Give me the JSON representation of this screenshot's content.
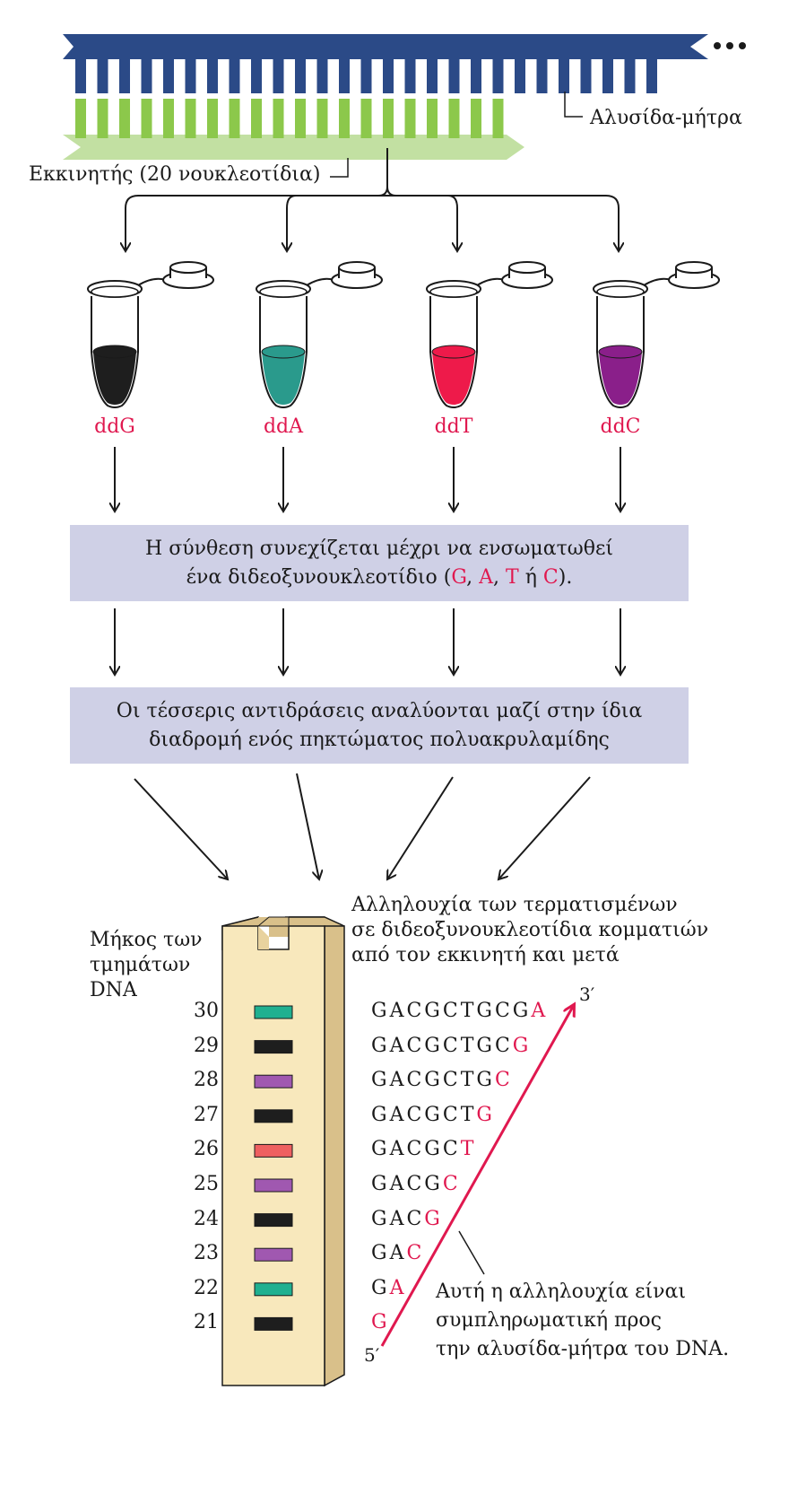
{
  "template_label": "Αλυσίδα-μήτρα",
  "primer_label": "Εκκινητής (20 νουκλεοτίδια)",
  "tubes": [
    {
      "label": "ddG",
      "color": "#1e1e1e"
    },
    {
      "label": "ddA",
      "color": "#2a9a8c"
    },
    {
      "label": "ddT",
      "color": "#ee1a4a"
    },
    {
      "label": "ddC",
      "color": "#8a1f8a"
    }
  ],
  "box1": {
    "line1": "Η σύνθεση συνεχίζεται μέχρι να ενσωματωθεί",
    "line2_prefix": "ένα διδεοξυνουκλεοτίδιο (",
    "bases": [
      "G",
      "A",
      "T",
      "C"
    ],
    "sep": ", ",
    "or": " ή ",
    "line2_suffix": ")."
  },
  "box2": {
    "line1": "Οι τέσσερις αντιδράσεις αναλύονται μαζί στην ίδια",
    "line2": "διαδρομή ενός πηκτώματος πολυακρυλαμίδης"
  },
  "length_label": [
    "Μήκος των",
    "τμημάτων",
    "DNA"
  ],
  "sequence_label": [
    "Αλληλουχία των τερματισμένων",
    "σε διδεοξυνουκλεοτίδια κομματιών",
    "από τον εκκινητή και μετά"
  ],
  "end_3": "3′",
  "end_5": "5′",
  "complement_note": [
    "Αυτή η αλληλουχία είναι",
    "συμπληρωματική προς",
    "την αλυσίδα-μήτρα του DNA."
  ],
  "gel_rows": [
    {
      "length": "30",
      "prefix": "GACGCTGCG",
      "last": "A",
      "band_color": "#20b090"
    },
    {
      "length": "29",
      "prefix": "GACGCTGC",
      "last": "G",
      "band_color": "#1e1e1e"
    },
    {
      "length": "28",
      "prefix": "GACGCTG",
      "last": "C",
      "band_color": "#a058b0"
    },
    {
      "length": "27",
      "prefix": "GACGCT",
      "last": "G",
      "band_color": "#1e1e1e"
    },
    {
      "length": "26",
      "prefix": "GACGC",
      "last": "T",
      "band_color": "#ee6060"
    },
    {
      "length": "25",
      "prefix": "GACG",
      "last": "C",
      "band_color": "#a058b0"
    },
    {
      "length": "24",
      "prefix": "GAC",
      "last": "G",
      "band_color": "#1e1e1e"
    },
    {
      "length": "23",
      "prefix": "GA",
      "last": "C",
      "band_color": "#a058b0"
    },
    {
      "length": "22",
      "prefix": "G",
      "last": "A",
      "band_color": "#20b090"
    },
    {
      "length": "21",
      "prefix": "",
      "last": "G",
      "band_color": "#1e1e1e"
    }
  ],
  "colors": {
    "template_strand": "#2b4a87",
    "primer_strand": "#8cc84b",
    "primer_base": "#c2e0a2",
    "box_fill": "#cfd0e6",
    "highlight_red": "#e0184f",
    "gel_face": "#f8e8bc",
    "gel_side": "#d9c08a"
  }
}
